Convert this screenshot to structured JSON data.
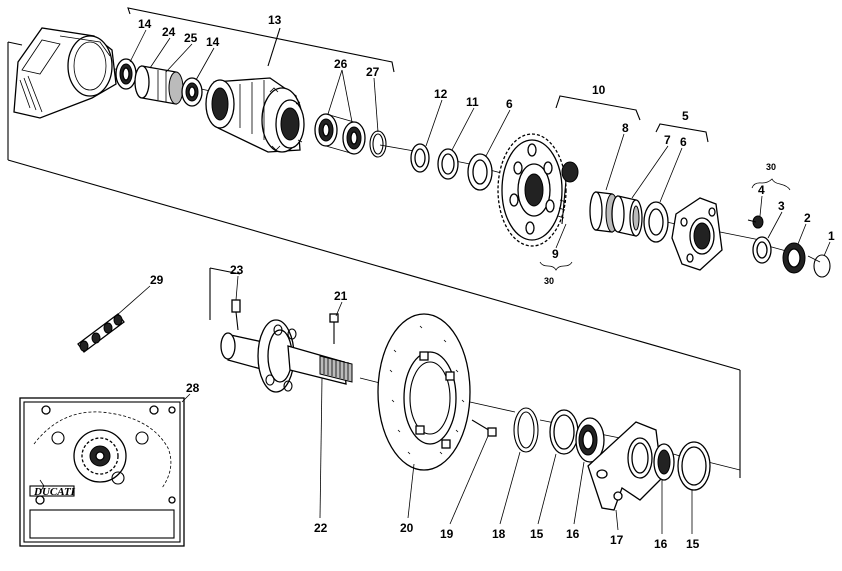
{
  "labels": {
    "p1": "1",
    "p2": "2",
    "p3": "3",
    "p4": "4",
    "p5": "5",
    "p6a": "6",
    "p6b": "6",
    "p7": "7",
    "p8": "8",
    "p9": "9",
    "p10": "10",
    "p11": "11",
    "p12": "12",
    "p13": "13",
    "p14a": "14",
    "p14b": "14",
    "p15a": "15",
    "p15b": "15",
    "p16a": "16",
    "p16b": "16",
    "p17": "17",
    "p18": "18",
    "p19": "19",
    "p20": "20",
    "p21": "21",
    "p22": "22",
    "p23": "23",
    "p24": "24",
    "p25": "25",
    "p26": "26",
    "p27": "27",
    "p28": "28",
    "p29": "29",
    "p30a": "30",
    "p30b": "30"
  },
  "inset": {
    "logo_text": "DUCATI"
  }
}
